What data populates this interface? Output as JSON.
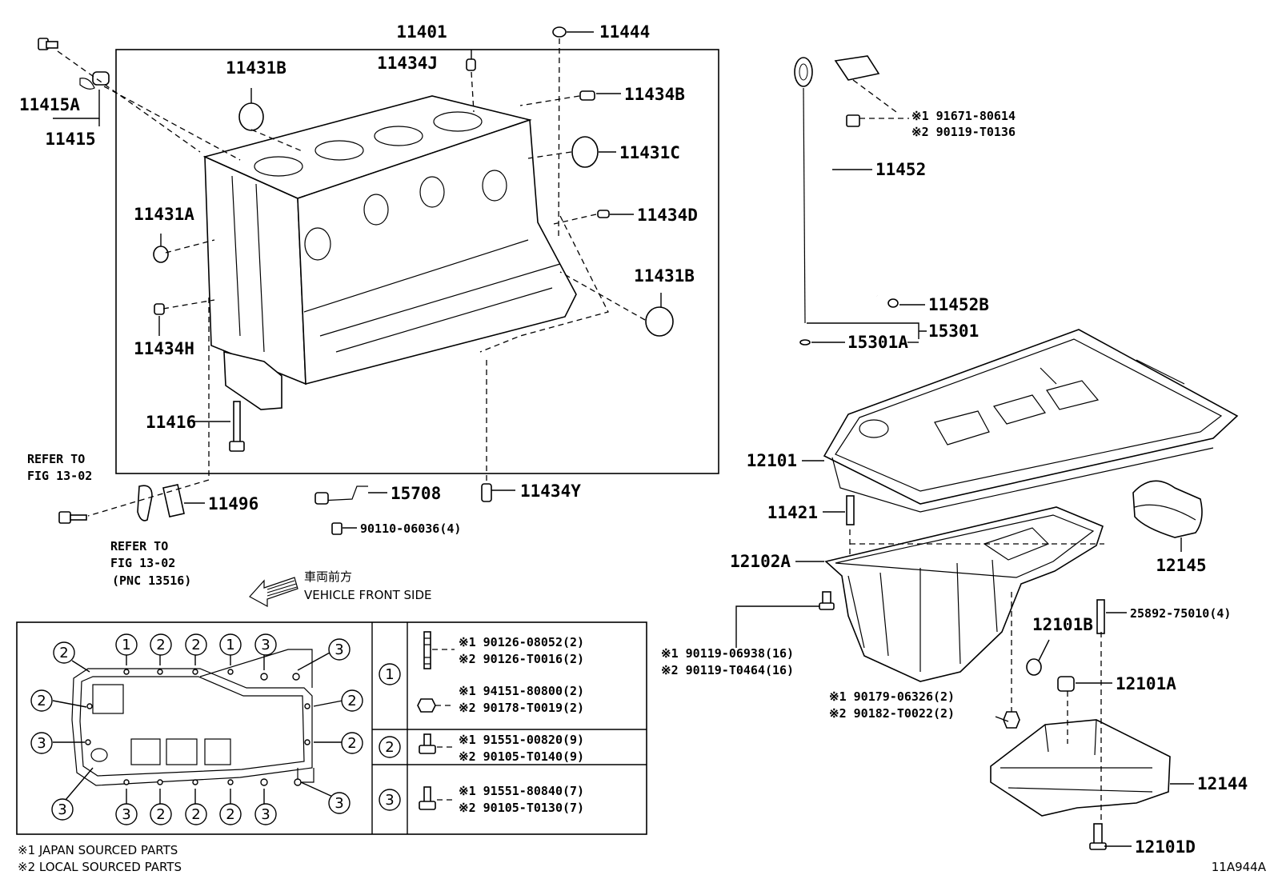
{
  "callouts": {
    "c11401": "11401",
    "c11444": "11444",
    "c11434J": "11434J",
    "c11431B_top": "11431B",
    "c11434B": "11434B",
    "c11431C": "11431C",
    "c11431A": "11431A",
    "c11434D": "11434D",
    "c11431B_right": "11431B",
    "c11434H": "11434H",
    "c11416": "11416",
    "c11415A": "11415A",
    "c11415": "11415",
    "c11496": "11496",
    "c15708": "15708",
    "c90110": "90110-06036(4)",
    "c11434Y": "11434Y",
    "c11452": "11452",
    "c11452B": "11452B",
    "c15301": "15301",
    "c15301A": "15301A",
    "c12101": "12101",
    "c11421": "11421",
    "c12102A": "12102A",
    "c12145": "12145",
    "c12101B": "12101B",
    "c25892": "25892-75010(4)",
    "c12101A": "12101A",
    "c12144": "12144",
    "c12101D": "12101D",
    "bolt_top_1": "※1 91671-80614",
    "bolt_top_2": "※2 90119-T0136",
    "bolt_pan_1": "※1 90119-06938(16)",
    "bolt_pan_2": "※2 90119-T0464(16)",
    "nut_pan_1": "※1 90179-06326(2)",
    "nut_pan_2": "※2 90182-T0022(2)"
  },
  "refs": {
    "ref1_line1": "REFER TO",
    "ref1_line2": "FIG 13-02",
    "ref2_line1": "REFER TO",
    "ref2_line2": "FIG 13-02",
    "ref2_line3": "(PNC 13516)"
  },
  "vehicle_front": {
    "jp": "車両前方",
    "en": "VEHICLE FRONT SIDE"
  },
  "legend": {
    "rows": [
      {
        "marker": "1",
        "lines": [
          "※1 90126-08052(2)",
          "※2 90126-T0016(2)",
          "※1 94151-80800(2)",
          "※2 90178-T0019(2)"
        ]
      },
      {
        "marker": "2",
        "lines": [
          "※1 91551-00820(9)",
          "※2 90105-T0140(9)"
        ]
      },
      {
        "marker": "3",
        "lines": [
          "※1 91551-80840(7)",
          "※2 90105-T0130(7)"
        ]
      }
    ],
    "markers_top": [
      "2",
      "1",
      "2",
      "2",
      "1",
      "3",
      "3"
    ],
    "markers_left": [
      "2",
      "3",
      "3"
    ],
    "markers_right": [
      "2",
      "2",
      "3"
    ],
    "markers_bottom": [
      "3",
      "2",
      "2",
      "2",
      "3"
    ]
  },
  "footnotes": {
    "note1": "※1 JAPAN SOURCED PARTS",
    "note2": "※2 LOCAL SOURCED PARTS"
  },
  "figure_id": "11A944A"
}
